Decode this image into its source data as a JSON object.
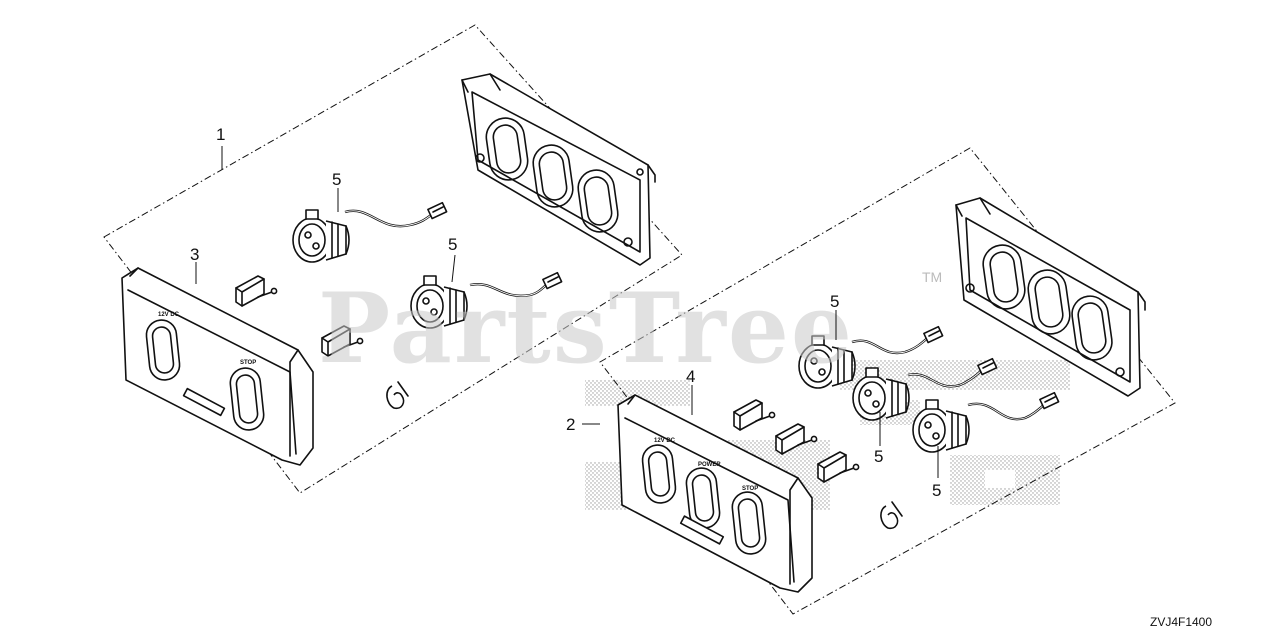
{
  "watermark": {
    "brand": "PartsTree",
    "trademark": "TM"
  },
  "diagram_code": "ZVJ4F1400",
  "callouts": {
    "c1": "1",
    "c2": "2",
    "c3": "3",
    "c4": "4",
    "c5a": "5",
    "c5b": "5",
    "c5c": "5",
    "c5d": "5",
    "c5e": "5"
  }
}
